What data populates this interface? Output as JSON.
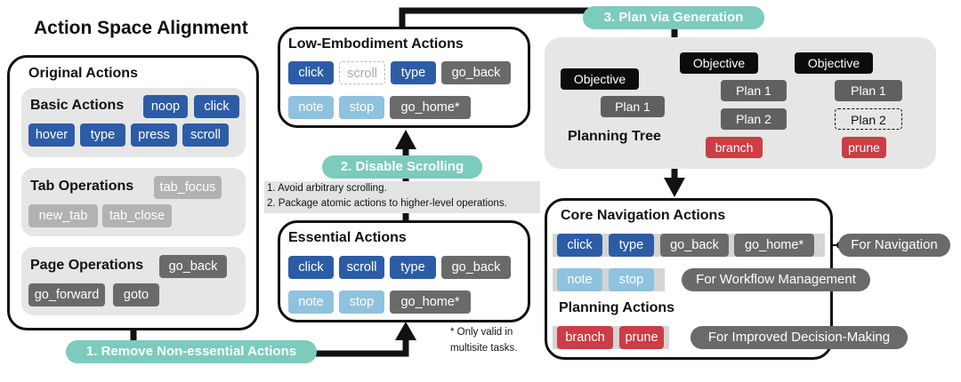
{
  "main_title": "Action Space Alignment",
  "colors": {
    "blue": "#2d5ca6",
    "light_blue": "#8fc2de",
    "grey": "#6a6a6a",
    "light_grey": "#b2b2b2",
    "red": "#cc3d45",
    "teal": "#7ccbbc"
  },
  "original": {
    "title": "Original Actions",
    "basic": {
      "title": "Basic Actions",
      "chips": [
        "noop",
        "click",
        "hover",
        "type",
        "press",
        "scroll"
      ]
    },
    "tab": {
      "title": "Tab Operations",
      "chips": [
        "tab_focus",
        "new_tab",
        "tab_close"
      ]
    },
    "page": {
      "title": "Page Operations",
      "chips": [
        "go_back",
        "go_forward",
        "goto"
      ]
    }
  },
  "steps": {
    "step1": "1. Remove Non-essential Actions",
    "step2": "2. Disable Scrolling",
    "step3": "3. Plan via Generation"
  },
  "step2_notes": [
    "1. Avoid arbitrary scrolling.",
    "2. Package atomic actions to higher-level operations."
  ],
  "essential": {
    "title": "Essential Actions",
    "row1": [
      "click",
      "scroll",
      "type",
      "go_back"
    ],
    "row2": [
      "note",
      "stop",
      "go_home*"
    ]
  },
  "footnote": [
    "* Only valid in",
    "multisite tasks."
  ],
  "low_embodiment": {
    "title": "Low-Embodiment Actions",
    "row1": [
      "click",
      "scroll",
      "type",
      "go_back"
    ],
    "row2": [
      "note",
      "stop",
      "go_home*"
    ]
  },
  "planning": {
    "tree_label": "Planning Tree",
    "objective": "Objective",
    "plan1": "Plan 1",
    "plan2": "Plan 2",
    "branch": "branch",
    "prune": "prune"
  },
  "core": {
    "title": "Core Navigation Actions",
    "nav_row": [
      "click",
      "type",
      "go_back",
      "go_home*"
    ],
    "nav_tag": "For Navigation",
    "workflow_row": [
      "note",
      "stop"
    ],
    "workflow_tag": "For Workflow Management",
    "planning_title": "Planning Actions",
    "planning_row": [
      "branch",
      "prune"
    ],
    "planning_tag": "For Improved Decision-Making"
  }
}
